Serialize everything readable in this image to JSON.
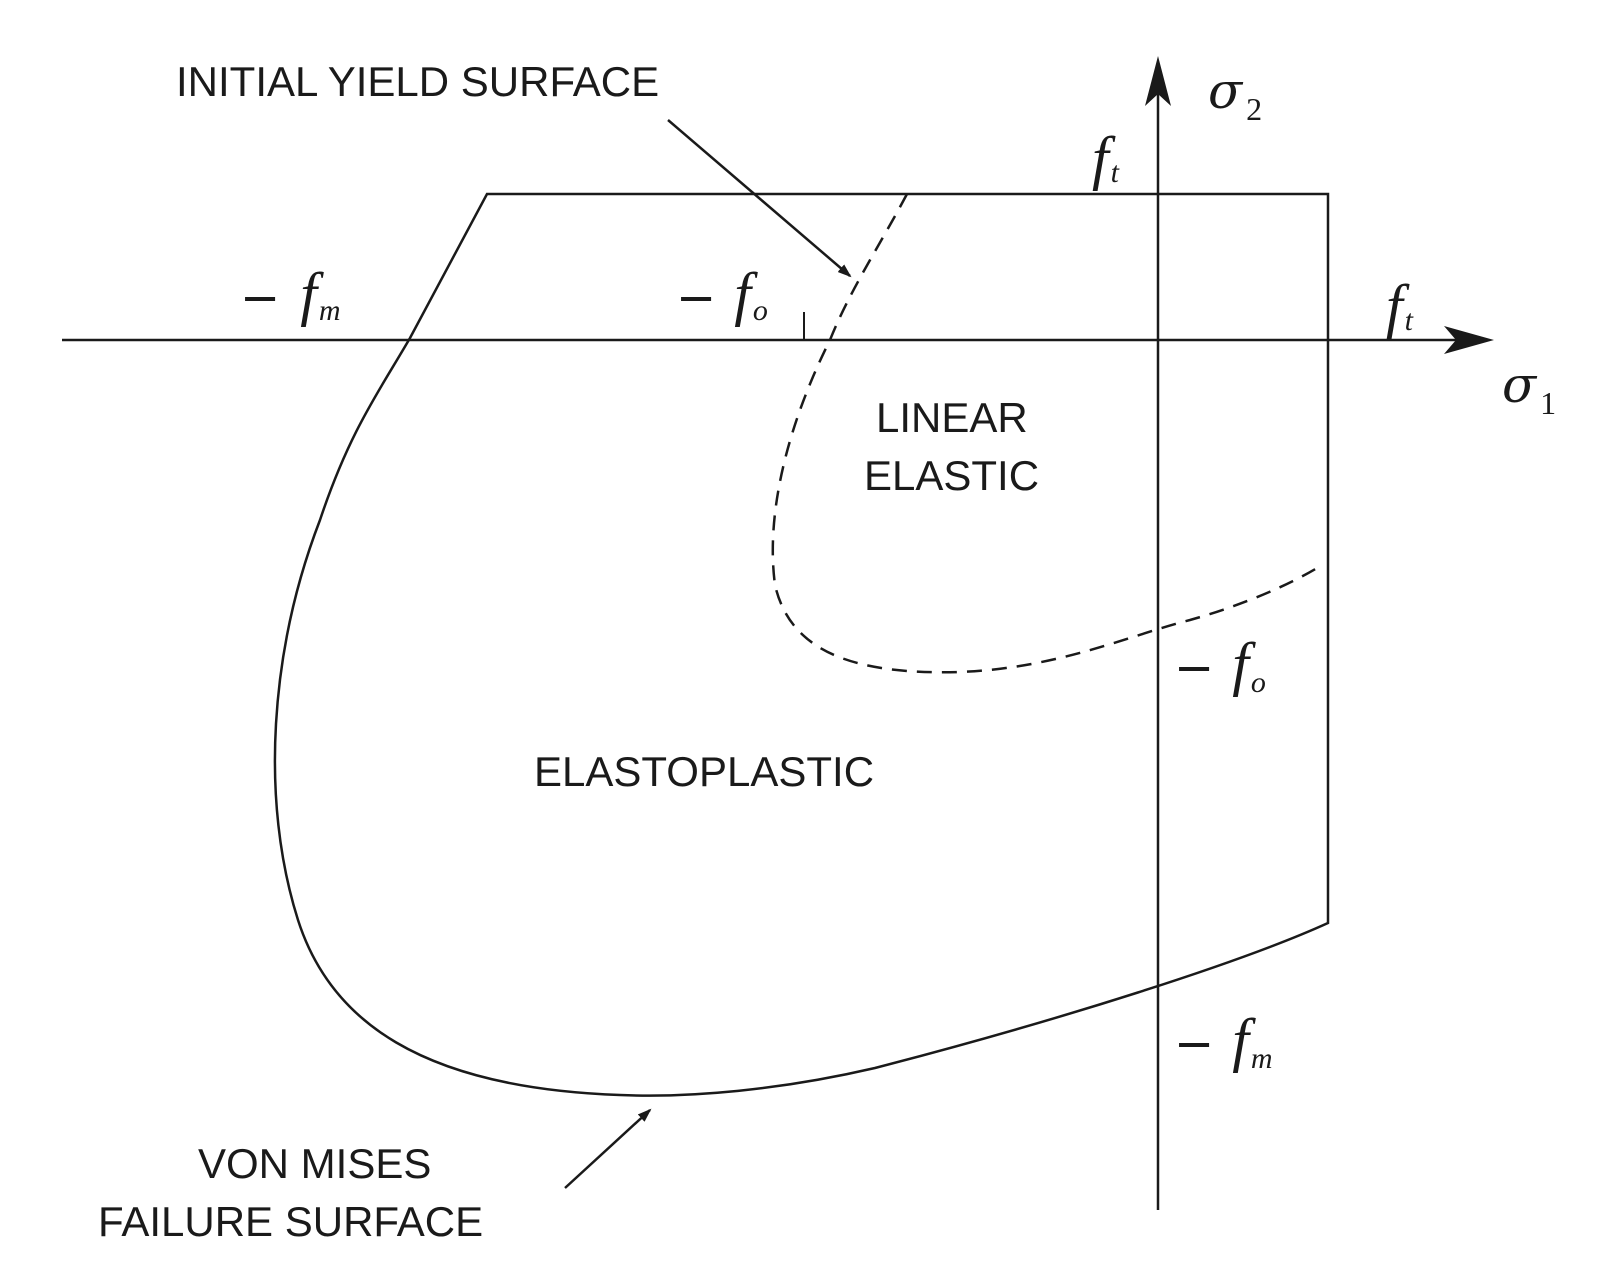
{
  "labels": {
    "initial_yield_surface": "INITIAL YIELD SURFACE",
    "linear_elastic_line1": "LINEAR",
    "linear_elastic_line2": "ELASTIC",
    "elastoplastic": "ELASTOPLASTIC",
    "von_mises_line1": "VON MISES",
    "von_mises_line2": "FAILURE SURFACE"
  },
  "axes": {
    "sigma_symbol": "σ",
    "x_axis_subscript": "1",
    "y_axis_subscript": "2"
  },
  "annotations": {
    "minus": "−",
    "f": "f",
    "tensile_subscript": "t",
    "compressive_subscript": "m",
    "initial_yield_subscript": "o"
  },
  "colors": {
    "line": "#1a1a1a",
    "background": "#ffffff"
  }
}
